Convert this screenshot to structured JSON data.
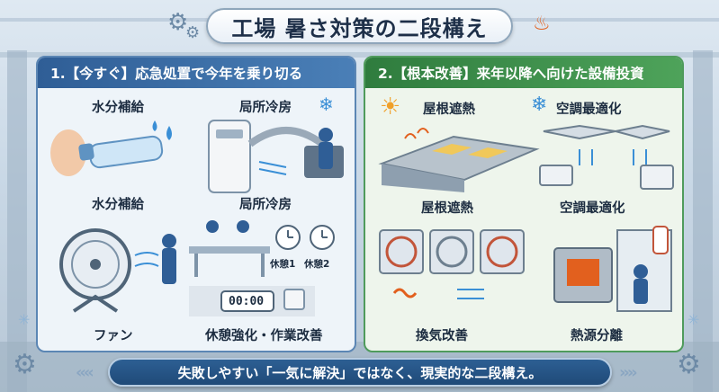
{
  "title": "工場 暑さ対策の二段構え",
  "left_panel": {
    "header": "1.【今すぐ】応急処置で今年を乗り切る",
    "items": [
      {
        "label": "水分補給"
      },
      {
        "label": "局所冷房"
      },
      {
        "label": "水分補給"
      },
      {
        "label": "局所冷房"
      },
      {
        "label": "ファン"
      },
      {
        "label": "休憩強化・作業改善"
      }
    ],
    "clock_labels": [
      "休憩1",
      "休憩2"
    ],
    "timer_display": "00:00"
  },
  "right_panel": {
    "header": "2.【根本改善】来年以降へ向けた設備投資",
    "items": [
      {
        "label": "屋根遮熱"
      },
      {
        "label": "空調最適化"
      },
      {
        "label": "屋根遮熱"
      },
      {
        "label": "空調最適化"
      },
      {
        "label": "換気改善"
      },
      {
        "label": "熱源分離"
      }
    ]
  },
  "footer": "失敗しやすい「一気に解決」ではなく、現実的な二段構え。",
  "colors": {
    "left_accent": "#2f5e96",
    "right_accent": "#2f7c3e",
    "heat": "#e2601e",
    "cool": "#3a8fd6"
  },
  "icons": [
    "gear-icon",
    "heat-waves-icon",
    "snowflake-icon",
    "sun-icon",
    "thermometer-icon",
    "water-drop-icon",
    "clock-icon",
    "fan-icon"
  ]
}
